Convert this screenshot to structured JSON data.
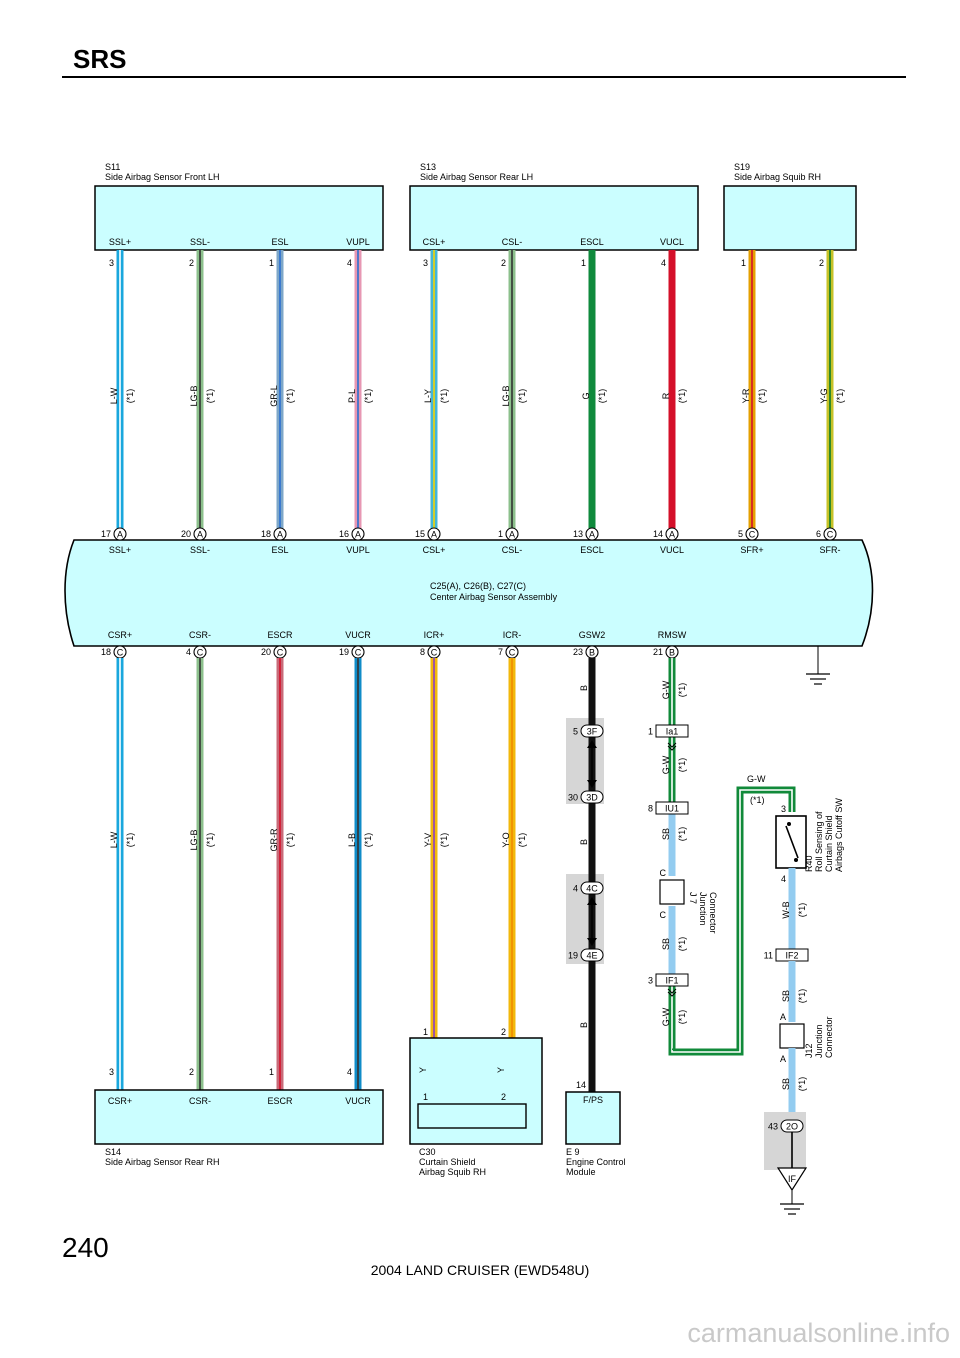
{
  "header": {
    "title": "SRS"
  },
  "page_number": "240",
  "footer_text": "2004 LAND CRUISER (EWD548U)",
  "watermark": "carmanualsonline.info",
  "colors": {
    "L-W": "#1aa7dd",
    "LG-B": "#8cc08c",
    "GR-L": "#7ea7c8",
    "P-L": "#e797b3",
    "L-Y": "#44b6d6",
    "G": "#0f8a3c",
    "R": "#d4102a",
    "Y-R": "#e4a000",
    "Y-G": "#c6c227",
    "GR-R": "#c86a78",
    "L-B": "#108cc8",
    "Y-V": "#f2b80c",
    "Y-O": "#f2b80c",
    "B": "#111111",
    "G-W": "#118a3a",
    "SB": "#93ccf0",
    "W-B": "#93ccf0",
    "ecu_fill": "#cbfeff",
    "splice_fill": "#d6d6d6"
  },
  "wire_note": "(*1)",
  "modules_top": [
    {
      "code": "S11",
      "name": "Side Airbag Sensor Front LH",
      "pins": [
        {
          "label": "SSL+",
          "num": "3",
          "wire": "L-W"
        },
        {
          "label": "SSL-",
          "num": "2",
          "wire": "LG-B"
        },
        {
          "label": "ESL",
          "num": "1",
          "wire": "GR-L"
        },
        {
          "label": "VUPL",
          "num": "4",
          "wire": "P-L"
        }
      ]
    },
    {
      "code": "S13",
      "name": "Side Airbag Sensor Rear LH",
      "pins": [
        {
          "label": "CSL+",
          "num": "3",
          "wire": "L-Y"
        },
        {
          "label": "CSL-",
          "num": "2",
          "wire": "LG-B"
        },
        {
          "label": "ESCL",
          "num": "1",
          "wire": "G"
        },
        {
          "label": "VUCL",
          "num": "4",
          "wire": "R"
        }
      ]
    },
    {
      "code": "S19",
      "name": "Side Airbag Squib RH",
      "pins": [
        {
          "num": "1",
          "wire": "Y-R"
        },
        {
          "num": "2",
          "wire": "Y-G"
        }
      ]
    }
  ],
  "center": {
    "name_line1": "C25(A), C26(B), C27(C)",
    "name_line2": "Center Airbag Sensor Assembly",
    "top_pins": [
      {
        "num": "17",
        "conn": "A",
        "label": "SSL+"
      },
      {
        "num": "20",
        "conn": "A",
        "label": "SSL-"
      },
      {
        "num": "18",
        "conn": "A",
        "label": "ESL"
      },
      {
        "num": "16",
        "conn": "A",
        "label": "VUPL"
      },
      {
        "num": "15",
        "conn": "A",
        "label": "CSL+"
      },
      {
        "num": "1",
        "conn": "A",
        "label": "CSL-"
      },
      {
        "num": "13",
        "conn": "A",
        "label": "ESCL"
      },
      {
        "num": "14",
        "conn": "A",
        "label": "VUCL"
      },
      {
        "num": "5",
        "conn": "C",
        "label": "SFR+"
      },
      {
        "num": "6",
        "conn": "C",
        "label": "SFR-"
      }
    ],
    "bottom_pins": [
      {
        "num": "18",
        "conn": "C",
        "label": "CSR+",
        "wire": "L-W"
      },
      {
        "num": "4",
        "conn": "C",
        "label": "CSR-",
        "wire": "LG-B"
      },
      {
        "num": "20",
        "conn": "C",
        "label": "ESCR",
        "wire": "GR-R"
      },
      {
        "num": "19",
        "conn": "C",
        "label": "VUCR",
        "wire": "L-B"
      },
      {
        "num": "8",
        "conn": "C",
        "label": "ICR+",
        "wire": "Y-V"
      },
      {
        "num": "7",
        "conn": "C",
        "label": "ICR-",
        "wire": "Y-O"
      },
      {
        "num": "23",
        "conn": "B",
        "label": "GSW2",
        "wire": "B"
      },
      {
        "num": "21",
        "conn": "B",
        "label": "RMSW",
        "wire": "G-W"
      }
    ]
  },
  "s14": {
    "code": "S14",
    "name": "Side Airbag Sensor Rear RH",
    "pins": [
      {
        "label": "CSR+",
        "num": "3"
      },
      {
        "label": "CSR-",
        "num": "2"
      },
      {
        "label": "ESCR",
        "num": "1"
      },
      {
        "label": "VUCR",
        "num": "4"
      }
    ]
  },
  "c30": {
    "code": "C30",
    "name_line1": "Curtain Shield",
    "name_line2": "Airbag Squib RH",
    "pins": [
      {
        "num_top": "1",
        "num_bottom": "1",
        "wire": "Y"
      },
      {
        "num_top": "2",
        "num_bottom": "2",
        "wire": "Y"
      }
    ]
  },
  "e9": {
    "code": "E 9",
    "name_line1": "Engine Control",
    "name_line2": "Module",
    "pin": "14",
    "label": "F/PS",
    "connectors": [
      {
        "num": "5",
        "id": "3F"
      },
      {
        "num": "30",
        "id": "3D"
      },
      {
        "num": "4",
        "id": "4C"
      },
      {
        "num": "19",
        "id": "4E"
      }
    ],
    "wire_labels": [
      "B",
      "B",
      "B"
    ]
  },
  "gw_chain": {
    "connectors": [
      {
        "num": "1",
        "id": "Ia1"
      },
      {
        "num": "8",
        "id": "IU1"
      },
      {
        "num": "3",
        "id": "IF1"
      }
    ],
    "wire_labels": [
      "G-W",
      "G-W",
      "SB",
      "SB",
      "G-W"
    ],
    "j7": {
      "pin_top": "C",
      "pin_bottom": "C",
      "line1": "J 7",
      "line2": "Junction",
      "line3": "Connector"
    }
  },
  "r40": {
    "line1": "R40",
    "line2": "Roll Sensing of",
    "line3": "Curtain Shield",
    "line4": "Airbags Cutoff SW",
    "pin_top": "3",
    "pin_bottom": "4",
    "loop_label": "G-W",
    "loop_note": "(*1)",
    "wire_below": "W-B",
    "conn": {
      "num": "11",
      "id": "IF2"
    },
    "wire_sb": "SB",
    "j12": {
      "pin_top": "A",
      "pin_bottom": "A",
      "line1": "J12",
      "line2": "Junction",
      "line3": "Connector"
    },
    "wire_sb2": "SB",
    "splice": {
      "num": "43",
      "id": "2O"
    },
    "ground_label": "IF"
  }
}
